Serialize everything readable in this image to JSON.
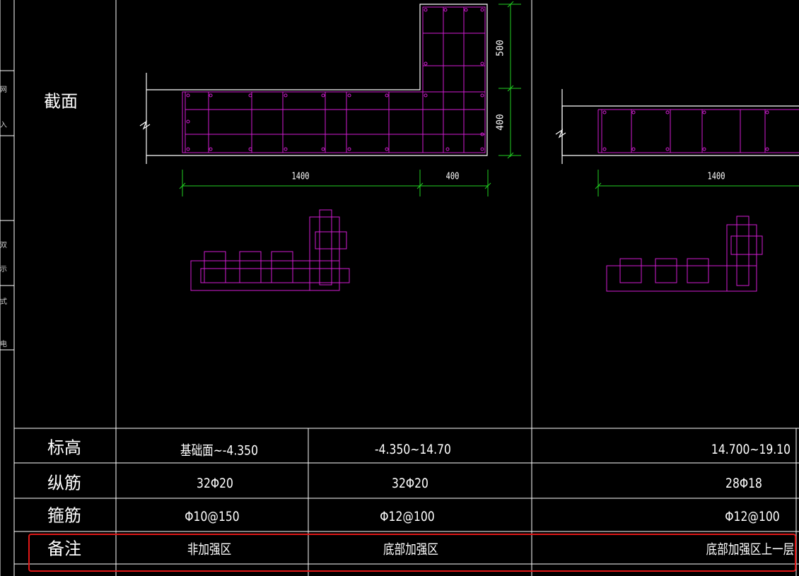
{
  "section_label": "截面",
  "left_strip_glyphs": [
    "网",
    "入",
    "双",
    "示",
    "式",
    "电"
  ],
  "dimensions": {
    "col1_h1": "1400",
    "col1_h2": "400",
    "col1_v_top": "500",
    "col1_v_bottom": "400",
    "col2_h1": "1400"
  },
  "table": {
    "rows": [
      {
        "label": "标高",
        "values": [
          "基础面~-4.350",
          "-4.350~14.70",
          "14.700~19.10"
        ]
      },
      {
        "label": "纵筋",
        "values": [
          "32Φ20",
          "32Φ20",
          "28Φ18"
        ]
      },
      {
        "label": "箍筋",
        "values": [
          "Φ10@150",
          "Φ12@100",
          "Φ12@100"
        ]
      },
      {
        "label": "备注",
        "values": [
          "非加强区",
          "底部加强区",
          "底部加强区上一层"
        ]
      }
    ]
  },
  "colors": {
    "grid": "#ffffff",
    "rebar": "#d21dd2",
    "dimension": "#22d022",
    "highlight": "#e01818"
  }
}
